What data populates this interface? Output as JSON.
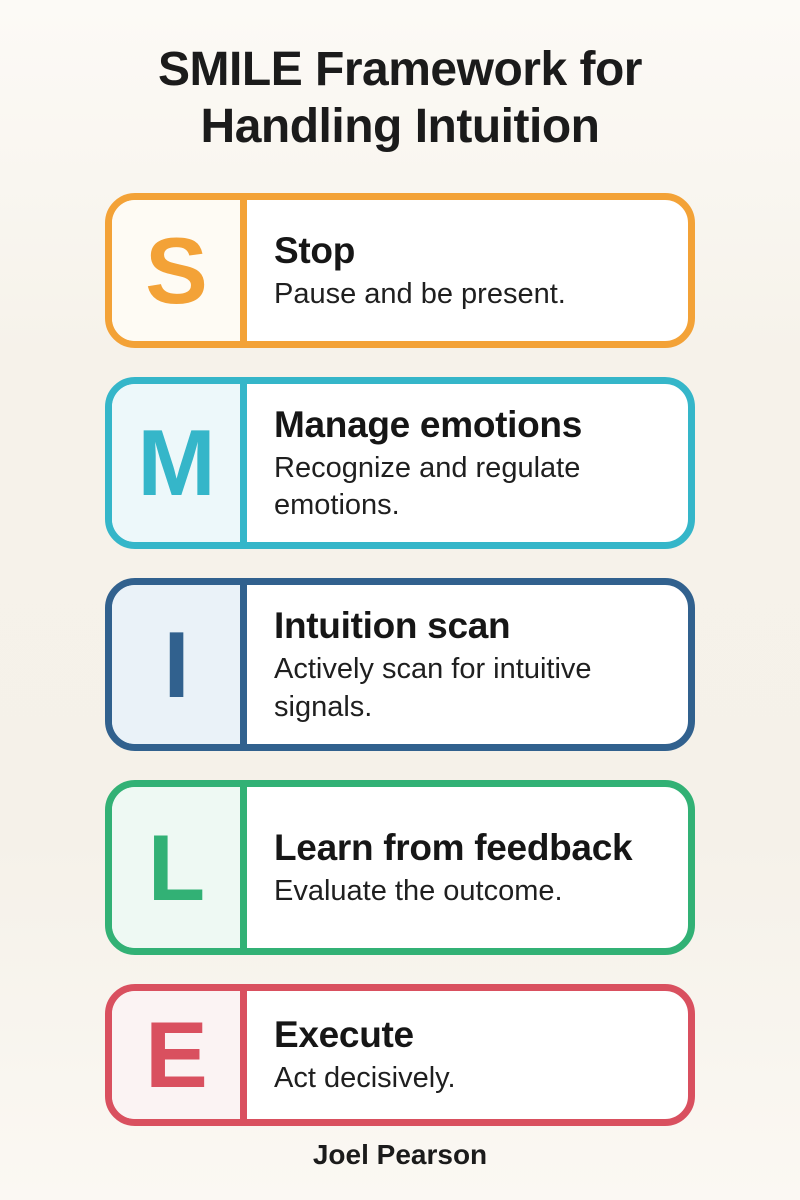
{
  "page": {
    "title": "SMILE Framework for Handling Intuition",
    "attribution": "Joel Pearson",
    "background_color": "#f5f1e9",
    "text_color": "#1b1b1b"
  },
  "cards": [
    {
      "letter": "S",
      "title": "Stop",
      "description": "Pause and be present.",
      "accent_color": "#F3A237",
      "panel_tint": "#FEFBF4"
    },
    {
      "letter": "M",
      "title": "Manage emotions",
      "description": "Recognize and regulate emotions.",
      "accent_color": "#35B6C9",
      "panel_tint": "#EDF8FA"
    },
    {
      "letter": "I",
      "title": "Intuition scan",
      "description": "Actively scan for intuitive signals.",
      "accent_color": "#31618E",
      "panel_tint": "#EAF2F8"
    },
    {
      "letter": "L",
      "title": "Learn from feedback",
      "description": "Evaluate the outcome.",
      "accent_color": "#32B175",
      "panel_tint": "#EEF9F3"
    },
    {
      "letter": "E",
      "title": "Execute",
      "description": "Act decisively.",
      "accent_color": "#D9505F",
      "panel_tint": "#FBF3F3"
    }
  ]
}
